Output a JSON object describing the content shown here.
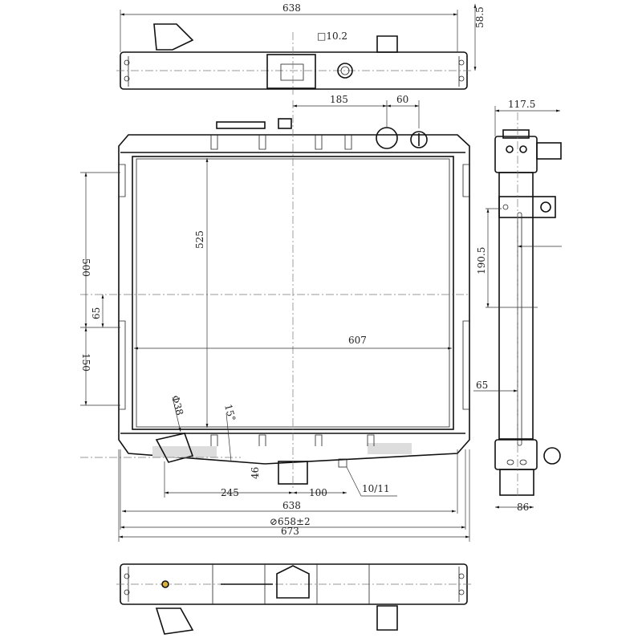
{
  "drawing": {
    "title": "Radiator assembly drawing",
    "views": [
      "top-view",
      "front-view",
      "side-view",
      "bottom-view"
    ],
    "dimensions": {
      "top_width": "638",
      "top_height": "58.5",
      "square_hole": "□10.2",
      "cap_offset": "185",
      "cap_spacing": "60",
      "core_height": "525",
      "left_mount_span": "500",
      "left_center_offset": "65",
      "left_lower_span": "150",
      "core_width": "607",
      "inlet_diameter": "Φ38",
      "inlet_angle": "15°",
      "outlet_drop": "46",
      "outlet_offset": "245",
      "drain_offset": "100",
      "drain_thread": "10/11",
      "bottom_width": "638",
      "mount_pitch": "⊘658±2",
      "overall_width": "673",
      "side_depth": "117.5",
      "side_bracket_height": "190.5",
      "side_offset": "65",
      "side_bottom_width": "86"
    }
  }
}
